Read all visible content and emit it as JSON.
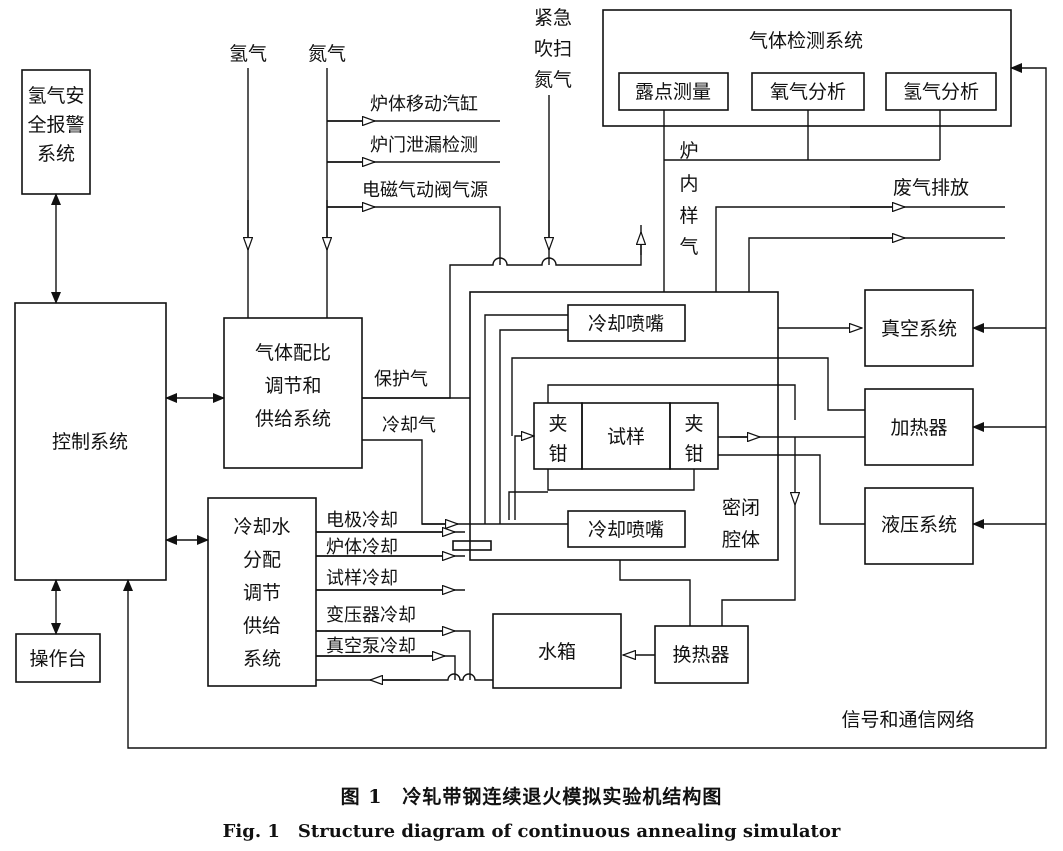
{
  "labels": {
    "h2_alarm": [
      "氢气安",
      "全报警",
      "系统"
    ],
    "control_system": "控制系统",
    "console": "操作台",
    "gas_mix": [
      "气体配比",
      "调节和",
      "供给系统"
    ],
    "cooling_water": [
      "冷却水",
      "分配",
      "调节",
      "供给",
      "系统"
    ],
    "hydrogen": "氢气",
    "nitrogen": "氮气",
    "emergency": [
      "紧急",
      "吹扫",
      "氮气"
    ],
    "gas_detect": "气体检测系统",
    "dew_point": "露点测量",
    "oxygen": "氧气分析",
    "h2_analysis": "氢气分析",
    "furnace_sample": [
      "炉",
      "内",
      "样",
      "气"
    ],
    "exhaust": "废气排放",
    "cylinder": "炉体移动汽缸",
    "door_leak": "炉门泄漏检测",
    "valve_src": "电磁气动阀气源",
    "protect_gas": "保护气",
    "cool_gas": "冷却气",
    "nozzle": "冷却喷嘴",
    "clamp": [
      "夹",
      "钳"
    ],
    "sample": "试样",
    "sealed": [
      "密闭",
      "腔体"
    ],
    "electrode": "电极冷却",
    "furnace_cool": "炉体冷却",
    "sample_cool": "试样冷却",
    "transformer": "变压器冷却",
    "vacuum_pump": "真空泵冷却",
    "water_tank": "水箱",
    "heat_exch": "换热器",
    "vacuum": "真空系统",
    "heater": "加热器",
    "hydraulic": "液压系统",
    "network": "信号和通信网络"
  },
  "caption": {
    "cn": "图 1　冷轧带钢连续退火模拟实验机结构图",
    "en": "Fig. 1　Structure diagram of continuous annealing simulator"
  }
}
